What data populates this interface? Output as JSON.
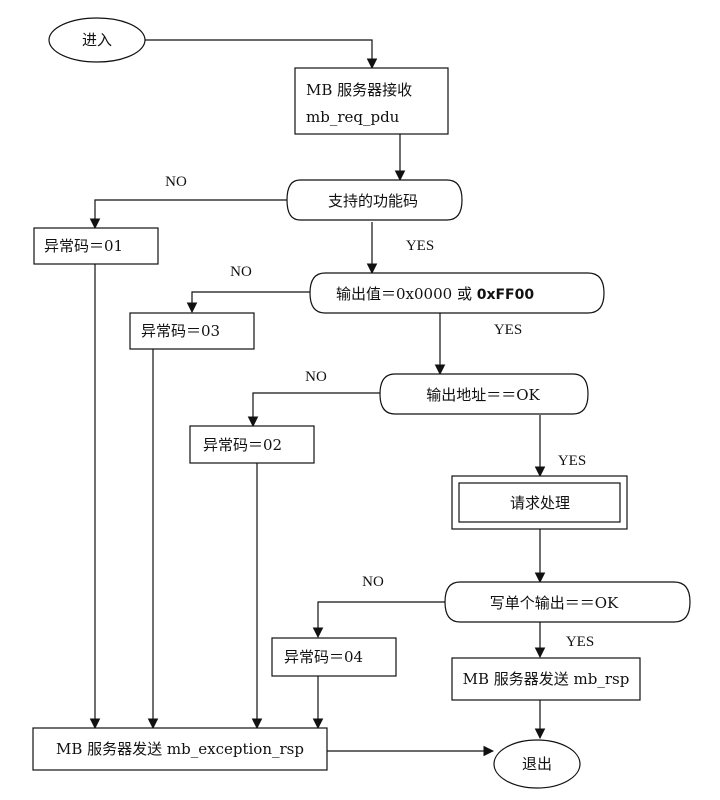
{
  "nodes": {
    "start": "进入",
    "receive_line1": "MB 服务器接收",
    "receive_line2": "mb_req_pdu",
    "check_function": "支持的功能码",
    "err01": "异常码＝01",
    "check_value_prefix": "输出值＝0x0000 或 ",
    "check_value_bold": "0xFF00",
    "err03": "异常码＝03",
    "check_address": "输出地址＝＝OK",
    "err02": "异常码＝02",
    "process": "请求处理",
    "write_output": "写单个输出＝＝OK",
    "err04": "异常码＝04",
    "send_rsp": "MB 服务器发送 mb_rsp",
    "send_exception": "MB 服务器发送 mb_exception_rsp",
    "end": "退出"
  },
  "edge_labels": {
    "no": "NO",
    "yes": "YES"
  },
  "colors": {
    "stroke": "#111111",
    "background": "#ffffff"
  }
}
